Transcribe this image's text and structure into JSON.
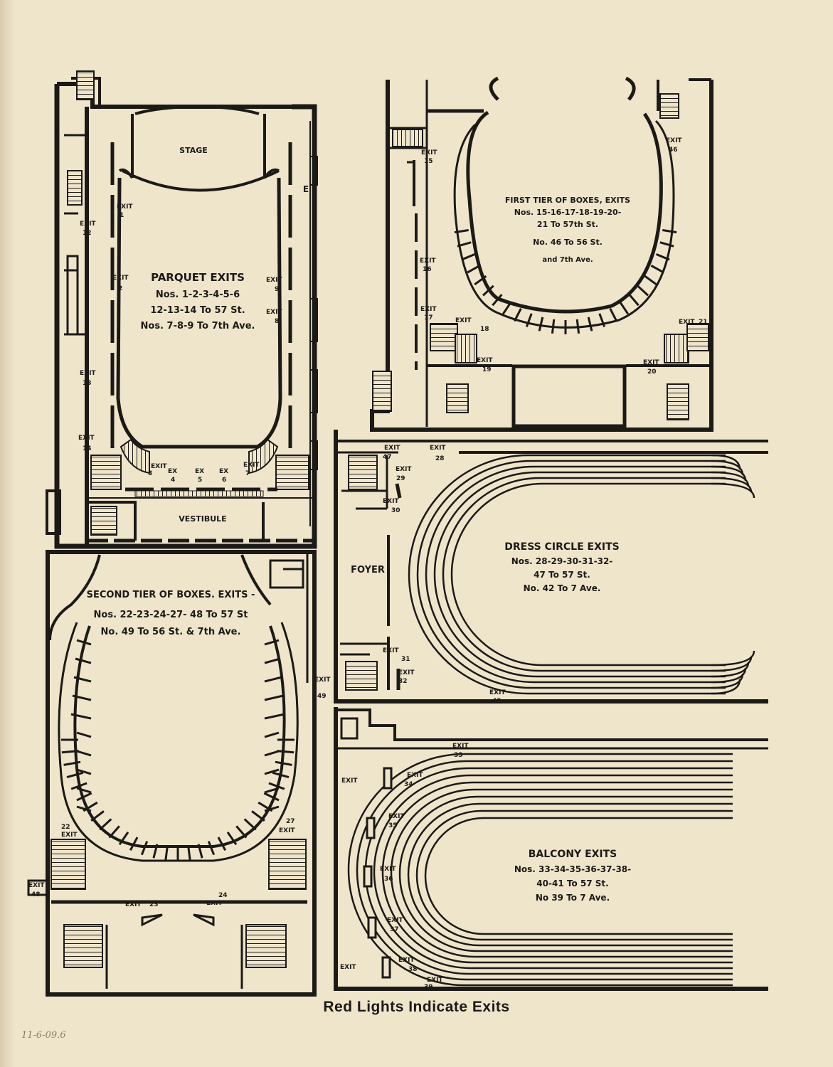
{
  "parquet": {
    "title": "PARQUET EXITS",
    "line1": "Nos. 1-2-3-4-5-6",
    "line2": "12-13-14 To 57 St.",
    "line3": "Nos. 7-8-9 To 7th Ave.",
    "stage": "STAGE",
    "vestibule": "VESTIBULE",
    "letter_e": "E"
  },
  "first_tier": {
    "title": "FIRST TIER OF BOXES, EXITS",
    "line1": "Nos. 15-16-17-18-19-20-",
    "line2": "21 To 57th St.",
    "line3": "No. 46 To 56 St.",
    "line4": "and 7th Ave."
  },
  "second_tier": {
    "title": "SECOND TIER OF BOXES. EXITS -",
    "line1": "Nos. 22-23-24-27- 48 To 57 St",
    "line2": "No. 49 To 56 St. & 7th Ave."
  },
  "dress_circle": {
    "title": "DRESS CIRCLE EXITS",
    "line1": "Nos. 28-29-30-31-32-",
    "line2": "47 To 57 St.",
    "line3": "No. 42 To 7 Ave.",
    "foyer": "FOYER"
  },
  "balcony": {
    "title": "BALCONY EXITS",
    "line1": "Nos. 33-34-35-36-37-38-",
    "line2": "40-41 To 57 St.",
    "line3": "No 39 To 7 Ave."
  },
  "exit_word": "EXIT",
  "ex_word": "EX",
  "exits": {
    "e1": "1",
    "e2": "2",
    "e3": "3",
    "e4": "4",
    "e5": "5",
    "e6": "6",
    "e7": "7",
    "e8": "8",
    "e9": "9",
    "e12": "12",
    "e13": "13",
    "e14": "14",
    "e15": "15",
    "e16": "16",
    "e17": "17",
    "e18": "18",
    "e19": "19",
    "e20": "20",
    "e21": "21",
    "e46": "46",
    "e22": "22",
    "e23": "23",
    "e24": "24",
    "e27": "27",
    "e48": "48",
    "e49": "49",
    "e28": "28",
    "e29": "29",
    "e30": "30",
    "e31": "31",
    "e32": "32",
    "e42": "42",
    "e47": "47",
    "e33": "33",
    "e34": "34",
    "e35": "35",
    "e36": "36",
    "e37": "37",
    "e38": "38",
    "e39": "39"
  },
  "footer": "Red Lights Indicate Exits",
  "pencil_note": "11-6-09.6",
  "colors": {
    "paper": "#efe5cb",
    "ink": "#1c1a17"
  }
}
